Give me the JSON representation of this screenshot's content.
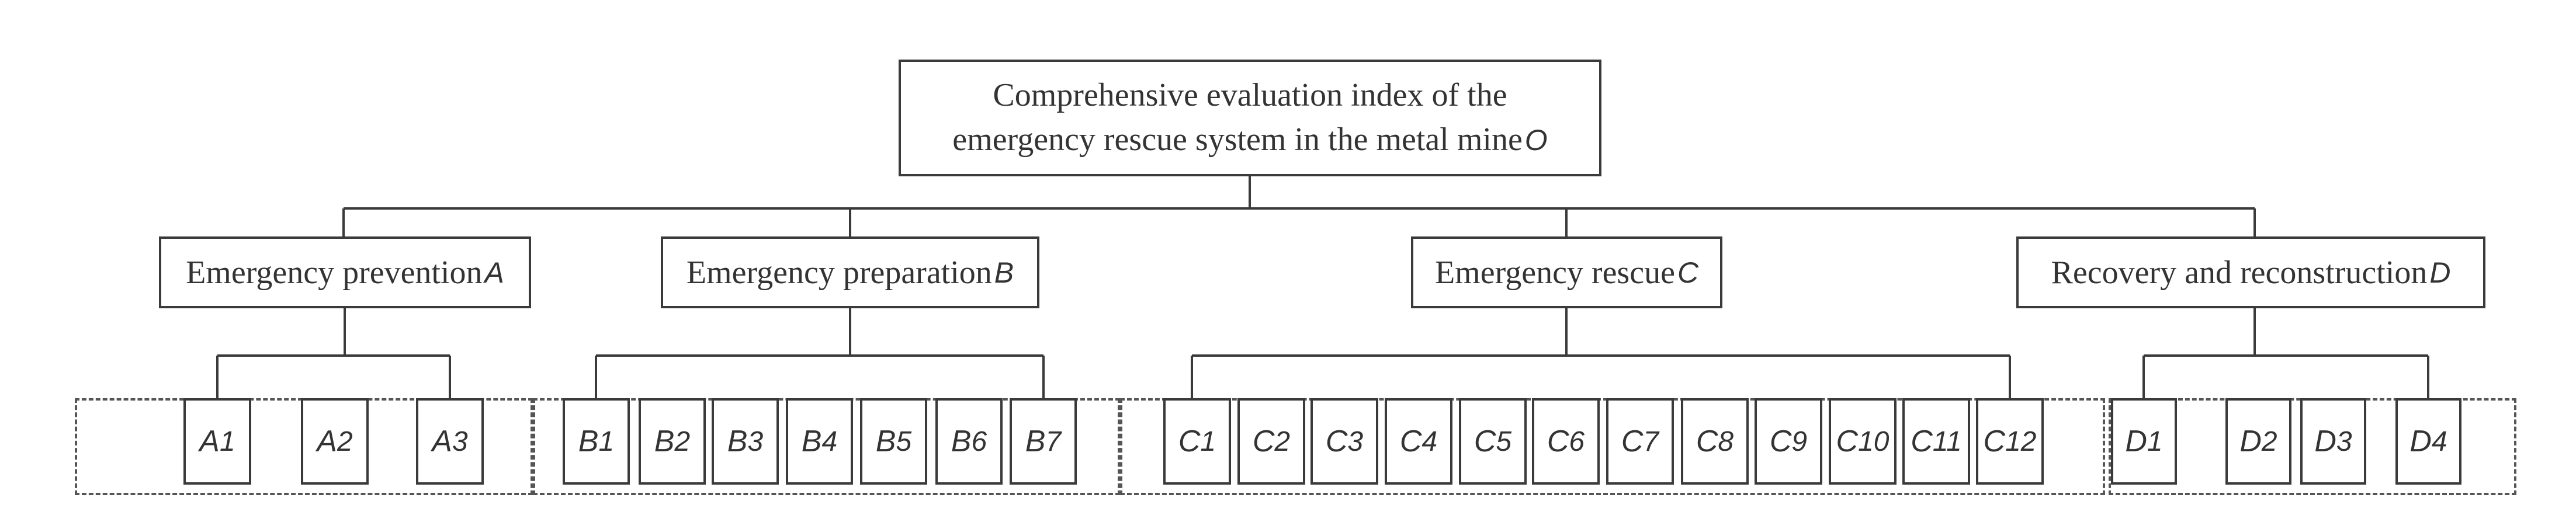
{
  "root": {
    "line1": "Comprehensive evaluation index of the",
    "line2": "emergency rescue system in the metal mine",
    "letter": "O"
  },
  "categories": [
    {
      "label": "Emergency prevention",
      "letter": "A"
    },
    {
      "label": "Emergency preparation",
      "letter": "B"
    },
    {
      "label": "Emergency rescue",
      "letter": "C"
    },
    {
      "label": "Recovery and reconstruction",
      "letter": "D"
    }
  ],
  "groups": {
    "A": [
      {
        "l": "A",
        "i": "1"
      },
      {
        "l": "A",
        "i": "2"
      },
      {
        "l": "A",
        "i": "3"
      }
    ],
    "B": [
      {
        "l": "B",
        "i": "1"
      },
      {
        "l": "B",
        "i": "2"
      },
      {
        "l": "B",
        "i": "3"
      },
      {
        "l": "B",
        "i": "4"
      },
      {
        "l": "B",
        "i": "5"
      },
      {
        "l": "B",
        "i": "6"
      },
      {
        "l": "B",
        "i": "7"
      }
    ],
    "C": [
      {
        "l": "C",
        "i": "1"
      },
      {
        "l": "C",
        "i": "2"
      },
      {
        "l": "C",
        "i": "3"
      },
      {
        "l": "C",
        "i": "4"
      },
      {
        "l": "C",
        "i": "5"
      },
      {
        "l": "C",
        "i": "6"
      },
      {
        "l": "C",
        "i": "7"
      },
      {
        "l": "C",
        "i": "8"
      },
      {
        "l": "C",
        "i": "9"
      },
      {
        "l": "C",
        "i": "10"
      },
      {
        "l": "C",
        "i": "11"
      },
      {
        "l": "C",
        "i": "12"
      }
    ],
    "D": [
      {
        "l": "D",
        "i": "1"
      },
      {
        "l": "D",
        "i": "2"
      },
      {
        "l": "D",
        "i": "3"
      },
      {
        "l": "D",
        "i": "4"
      }
    ]
  }
}
